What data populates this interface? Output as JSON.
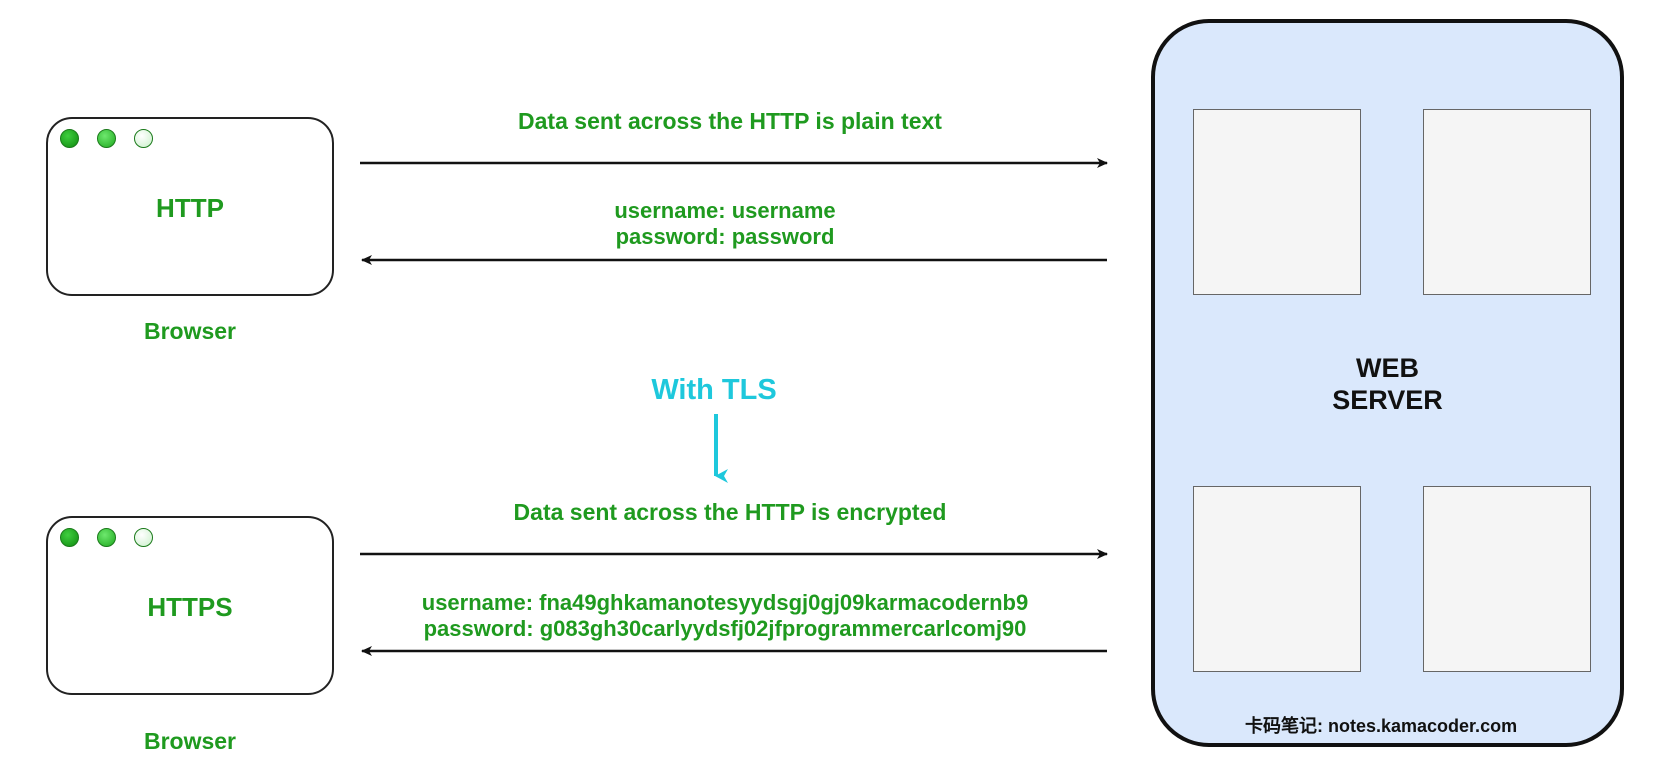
{
  "top_browser": {
    "label": "HTTP",
    "caption": "Browser"
  },
  "bottom_browser": {
    "label": "HTTPS",
    "caption": "Browser"
  },
  "http_flow": {
    "title": "Data sent across the HTTP is plain text",
    "username_line": "username: username",
    "password_line": "password: password"
  },
  "tls": {
    "label": "With TLS"
  },
  "https_flow": {
    "title": "Data sent across the HTTP is encrypted",
    "username_line": "username: fna49ghkamanotesyydsgj0gj09karmacodernb9",
    "password_line": "password: g083gh30carlyydsfj02jfprogrammercarlcomj90"
  },
  "server": {
    "title_line1": "WEB",
    "title_line2": "SERVER"
  },
  "footer": {
    "text": "卡码笔记: notes.kamacoder.com"
  },
  "colors": {
    "green": "#1f9a1f",
    "cyan": "#1ec8dc",
    "server_fill": "#dae8fc",
    "panel_fill": "#f5f5f5"
  }
}
